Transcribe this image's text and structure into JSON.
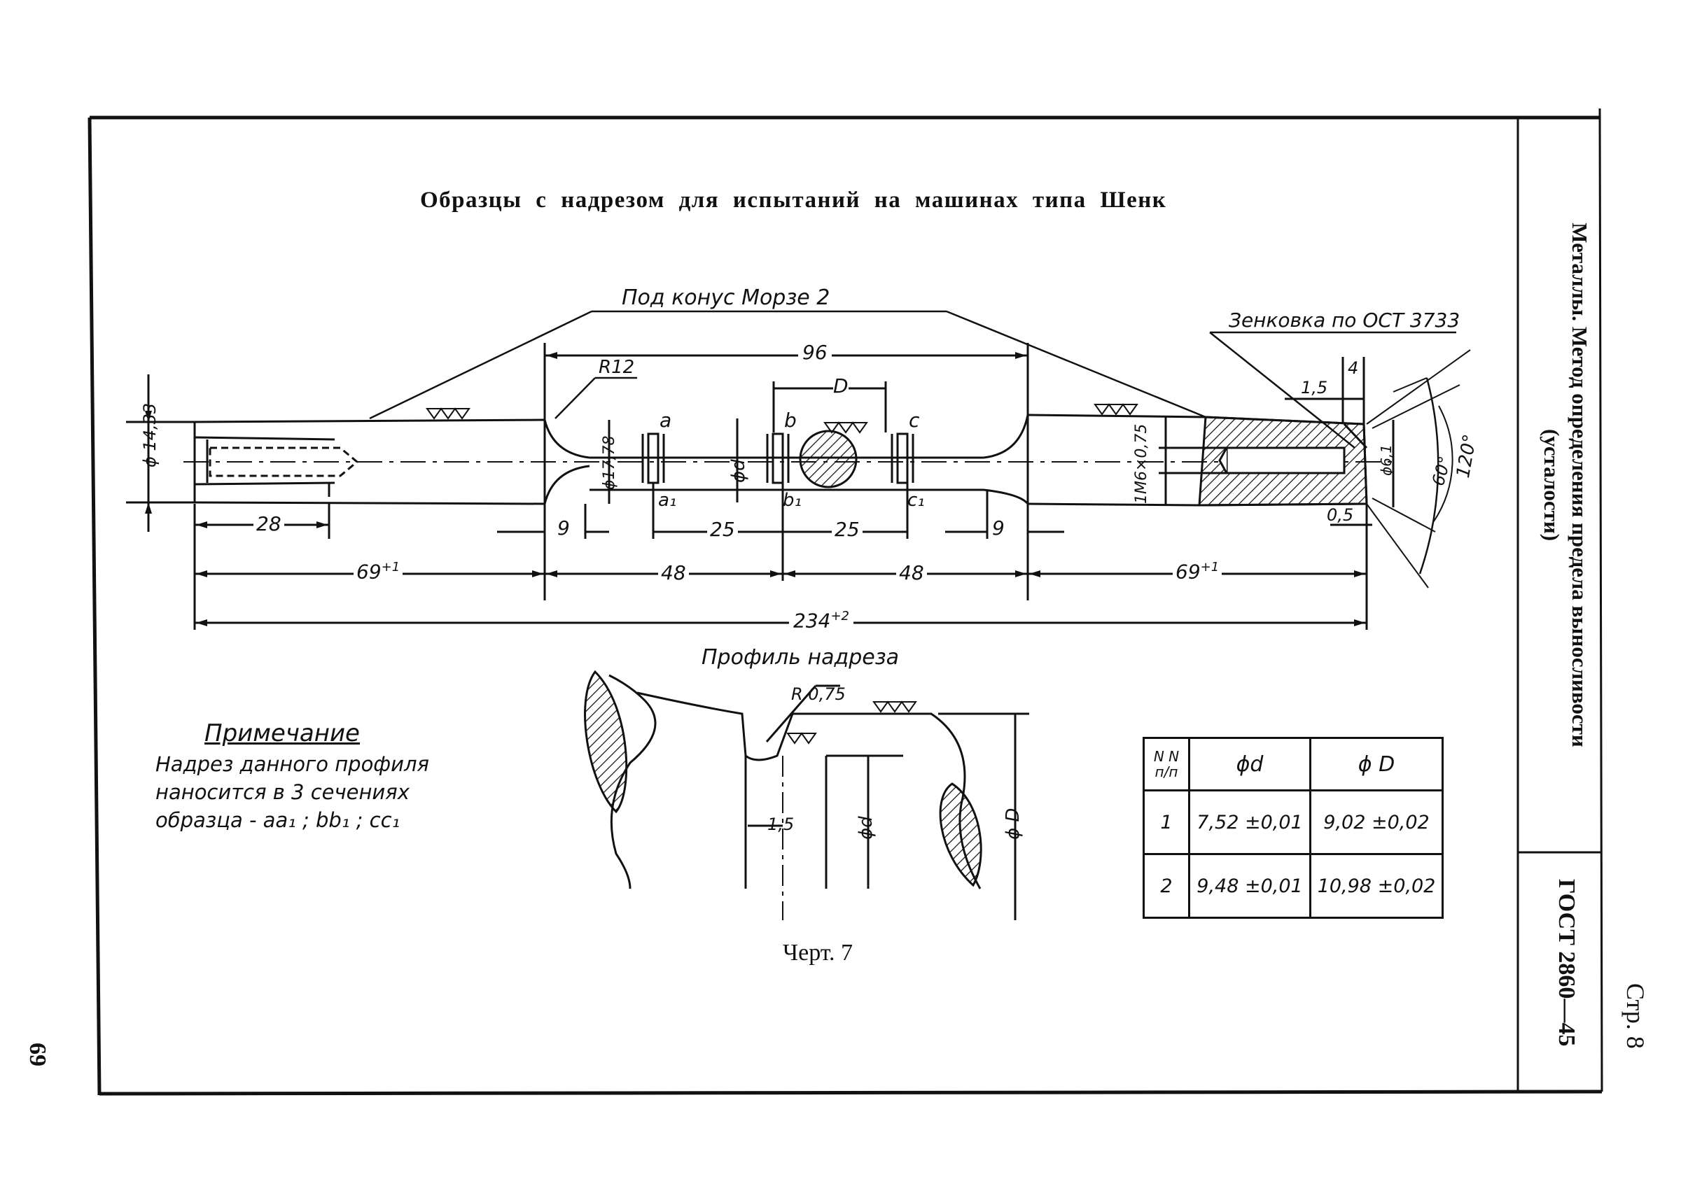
{
  "title": "Образцы с надрезом для испытаний на машинах типа Шенк",
  "side_title": {
    "line1": "Металлы. Метод определения предела выносливости",
    "line2": "(усталости)"
  },
  "gost": "ГОСТ 2860—45",
  "page_label": "Стр. 8",
  "page_number": "69",
  "caption": "Черт. 7",
  "drawing": {
    "cone_label": "Под конус Морзе 2",
    "countersink_label": "Зенковка по ОСТ 3733",
    "profile_title": "Профиль надреза",
    "dims": {
      "d96": "96",
      "r12": "R12",
      "D": "D",
      "phi1433": "ϕ 14,33",
      "phi1778": "ϕ17,78",
      "phid": "ϕd",
      "m6": "1M6×0,75",
      "d15": "1,5",
      "d4": "4",
      "d05": "0,5",
      "phi61": "ϕ6,1",
      "a60": "60°",
      "a120": "120°",
      "d28": "28",
      "d9a": "9",
      "d25a": "25",
      "d25b": "25",
      "d9b": "9",
      "d69a": "69",
      "tol1": "+1",
      "d48a": "48",
      "d48b": "48",
      "d69b": "69",
      "tol2": "+1",
      "d234": "234",
      "tol3": "+2",
      "sec_a": "a",
      "sec_b": "b",
      "sec_c": "c",
      "sec_a1": "a₁",
      "sec_b1": "b₁",
      "sec_c1": "c₁",
      "r075": "R 0,75",
      "p15": "1,5",
      "pd": "ϕd",
      "pD": "ϕ D"
    }
  },
  "note": {
    "heading": "Примечание",
    "body": "Надрез данного профиля наносится в 3 сечениях образца - aa₁ ; bb₁ ; cc₁"
  },
  "table": {
    "headers": [
      "N N п/п",
      "ϕd",
      "ϕ D"
    ],
    "rows": [
      [
        "1",
        "7,52 ±0,01",
        "9,02 ±0,02"
      ],
      [
        "2",
        "9,48 ±0,01",
        "10,98 ±0,02"
      ]
    ]
  }
}
